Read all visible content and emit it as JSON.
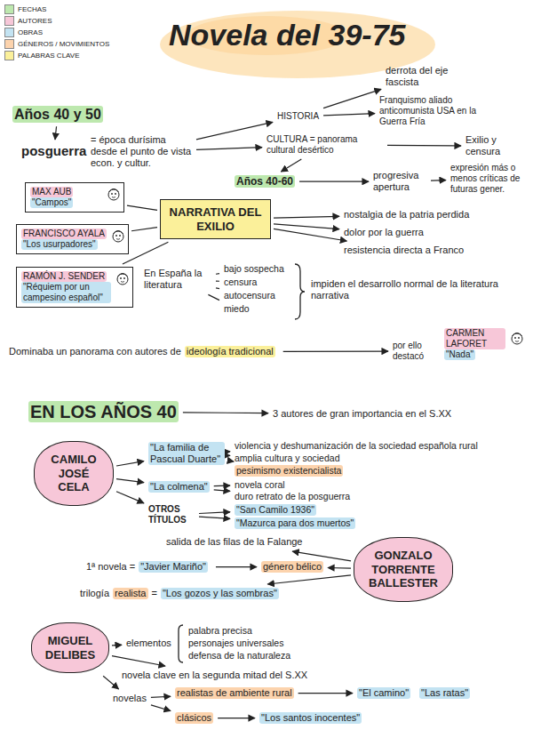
{
  "diagram": {
    "title": "Novela del 39-75",
    "nodes": [
      {
        "text": [
          "Años 40 y 50"
        ]
      },
      {
        "text": [
          "posguerra"
        ]
      },
      {
        "text": [
          "= época durísima desde el punto de vista econ. y cultur."
        ]
      },
      {
        "text": [
          "HISTORIA"
        ]
      },
      {
        "text": [
          "derrota del eje fascista"
        ]
      },
      {
        "text": [
          "Franquismo aliado anticomunista USA en la Guerra Fría"
        ]
      },
      {
        "text": [
          "CULTURA = panorama cultural desértico"
        ]
      },
      {
        "text": [
          "Exilio y censura"
        ]
      },
      {
        "text": [
          "Años 40-60"
        ]
      },
      {
        "text": [
          "progresiva apertura"
        ]
      },
      {
        "text": [
          "expresión más o menos críticas de futuras gener."
        ]
      },
      {
        "text": [
          "MAX AUB",
          "\"Campos\""
        ]
      },
      {
        "text": [
          "FRANCISCO AYALA",
          "\"Los usurpadores\""
        ]
      },
      {
        "text": [
          "RAMÓN J. SENDER",
          "\"Réquiem por un campesino español\""
        ]
      },
      {
        "text": [
          "NARRATIVA DEL EXILIO"
        ]
      },
      {
        "text": [
          "nostalgia de la patria perdida"
        ]
      },
      {
        "text": [
          "dolor por la guerra"
        ]
      },
      {
        "text": [
          "resistencia directa a Franco"
        ]
      },
      {
        "text": [
          "En España la literatura"
        ]
      },
      {
        "text": [
          "bajo sospecha"
        ]
      },
      {
        "text": [
          "censura"
        ]
      },
      {
        "text": [
          "autocensura"
        ]
      },
      {
        "text": [
          "miedo"
        ]
      },
      {
        "text": [
          "impiden el desarrollo normal de la literatura narrativa"
        ]
      },
      {
        "text": [
          "Dominaba un panorama con autores de",
          "ideología tradicional"
        ]
      },
      {
        "text": [
          "por ello destacó"
        ]
      },
      {
        "text": [
          "CARMEN LAFORET",
          "\"Nada\""
        ]
      },
      {
        "text": [
          "EN LOS AÑOS 40"
        ]
      },
      {
        "text": [
          "3 autores de gran importancia en el S.XX"
        ]
      },
      {
        "text": [
          "CAMILO JOSÉ CELA"
        ]
      },
      {
        "text": [
          "\"La familia de Pascual Duarte\""
        ]
      },
      {
        "text": [
          "violencia y deshumanización de la sociedad española rural"
        ]
      },
      {
        "text": [
          "amplia cultura y sociedad"
        ]
      },
      {
        "text": [
          "pesimismo existencialista"
        ]
      },
      {
        "text": [
          "\"La colmena\""
        ]
      },
      {
        "text": [
          "novela coral"
        ]
      },
      {
        "text": [
          "duro retrato de la posguerra"
        ]
      },
      {
        "text": [
          "OTROS TÍTULOS"
        ]
      },
      {
        "text": [
          "\"San Camilo 1936\""
        ]
      },
      {
        "text": [
          "\"Mazurca para dos muertos\""
        ]
      },
      {
        "text": [
          "GONZALO TORRENTE BALLESTER"
        ]
      },
      {
        "text": [
          "salida de las filas de la Falange"
        ]
      },
      {
        "text": [
          "1ª novela =",
          "\"Javier Mariño\""
        ]
      },
      {
        "text": [
          "género bélico"
        ]
      },
      {
        "text": [
          "trilogía",
          "realista",
          "=",
          "\"Los gozos y las sombras\""
        ]
      },
      {
        "text": [
          "MIGUEL DELIBES"
        ]
      },
      {
        "text": [
          "elementos"
        ]
      },
      {
        "text": [
          "palabra precisa"
        ]
      },
      {
        "text": [
          "personajes universales"
        ]
      },
      {
        "text": [
          "defensa de la naturaleza"
        ]
      },
      {
        "text": [
          "novela clave en la segunda mitad del S.XX"
        ]
      },
      {
        "text": [
          "novelas"
        ]
      },
      {
        "text": [
          "realistas de ambiente rural"
        ]
      },
      {
        "text": [
          "\"El camino\""
        ]
      },
      {
        "text": [
          "\"Las ratas\""
        ]
      },
      {
        "text": [
          "clásicos"
        ]
      },
      {
        "text": [
          "\"Los santos inocentes\""
        ]
      }
    ],
    "edges": [
      {
        "from": 0,
        "to": 1,
        "arrow": "to"
      },
      {
        "from": 2,
        "to": 3,
        "arrow": "to"
      },
      {
        "from": 2,
        "to": 6,
        "arrow": "to"
      },
      {
        "from": 3,
        "to": 4,
        "arrow": "to"
      },
      {
        "from": 3,
        "to": 5,
        "arrow": "to"
      },
      {
        "from": 6,
        "to": 7,
        "arrow": "to"
      },
      {
        "from": 6,
        "to": 8,
        "arrow": "to"
      },
      {
        "from": 8,
        "to": 9,
        "arrow": "to"
      },
      {
        "from": 9,
        "to": 10,
        "arrow": "to"
      },
      {
        "from": 11,
        "to": 14,
        "arrow": "none"
      },
      {
        "from": 12,
        "to": 14,
        "arrow": "none"
      },
      {
        "from": 13,
        "to": 14,
        "arrow": "none"
      },
      {
        "from": 14,
        "to": 15,
        "arrow": "to"
      },
      {
        "from": 14,
        "to": 16,
        "arrow": "to"
      },
      {
        "from": 14,
        "to": 17,
        "arrow": "to"
      },
      {
        "from": 18,
        "to": 19,
        "arrow": "none"
      },
      {
        "from": 18,
        "to": 20,
        "arrow": "none"
      },
      {
        "from": 18,
        "to": 21,
        "arrow": "none"
      },
      {
        "from": 18,
        "to": 22,
        "arrow": "none"
      },
      {
        "from": 24,
        "to": 25,
        "arrow": "to"
      },
      {
        "from": 27,
        "to": 28,
        "arrow": "to"
      },
      {
        "from": 29,
        "to": 30,
        "arrow": "to"
      },
      {
        "from": 29,
        "to": 34,
        "arrow": "to"
      },
      {
        "from": 29,
        "to": 37,
        "arrow": "to"
      },
      {
        "from": 30,
        "to": 31,
        "arrow": "to"
      },
      {
        "from": 30,
        "to": 32,
        "arrow": "to"
      },
      {
        "from": 30,
        "to": 33,
        "arrow": "to"
      },
      {
        "from": 34,
        "to": 35,
        "arrow": "to"
      },
      {
        "from": 34,
        "to": 36,
        "arrow": "to"
      },
      {
        "from": 37,
        "to": 38,
        "arrow": "to"
      },
      {
        "from": 37,
        "to": 39,
        "arrow": "to"
      },
      {
        "from": 40,
        "to": 41,
        "arrow": "to"
      },
      {
        "from": 40,
        "to": 43,
        "arrow": "to"
      },
      {
        "from": 42,
        "to": 43,
        "arrow": "to"
      },
      {
        "from": 40,
        "to": 44,
        "arrow": "to"
      },
      {
        "from": 45,
        "to": 46,
        "arrow": "to"
      },
      {
        "from": 45,
        "to": 50,
        "arrow": "to"
      },
      {
        "from": 45,
        "to": 51,
        "arrow": "to"
      },
      {
        "from": 51,
        "to": 52,
        "arrow": "to"
      },
      {
        "from": 51,
        "to": 55,
        "arrow": "to"
      },
      {
        "from": 52,
        "to": 53,
        "arrow": "to"
      },
      {
        "from": 55,
        "to": 56,
        "arrow": "to"
      }
    ],
    "legend": [
      {
        "text": "FECHAS",
        "color": "#bde8ae"
      },
      {
        "text": "AUTORES",
        "color": "#f7c7d8"
      },
      {
        "text": "OBRAS",
        "color": "#c3e3f2"
      },
      {
        "text": "GÉNEROS / MOVIMIENTOS",
        "color": "#fcd3ad"
      },
      {
        "text": "PALABRAS CLAVE",
        "color": "#fbf09a"
      }
    ]
  }
}
